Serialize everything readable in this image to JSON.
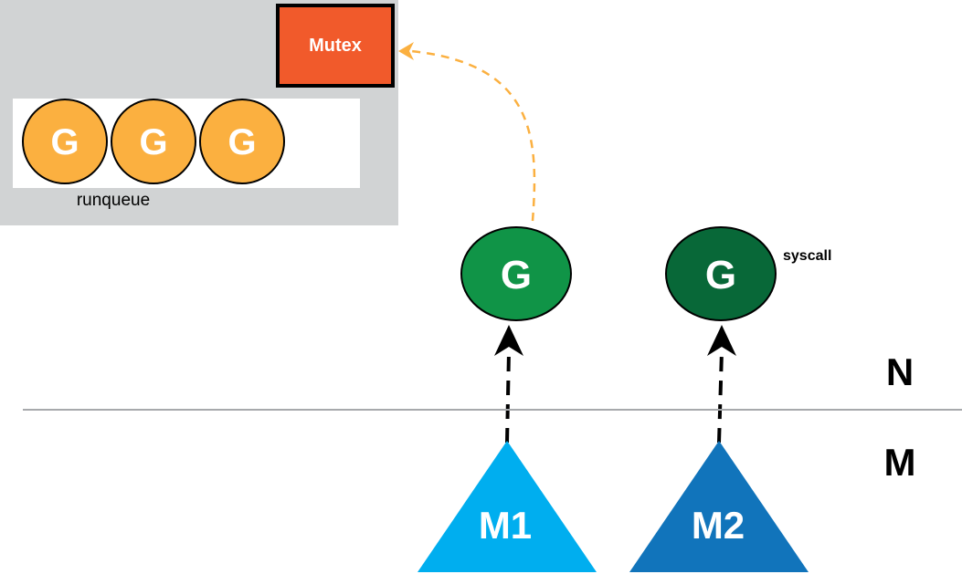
{
  "processor": {
    "mutex_label": "Mutex",
    "runqueue_label": "runqueue",
    "runqueue_goroutines": [
      "G",
      "G",
      "G"
    ]
  },
  "running": {
    "goroutine_label": "G",
    "thread_label": "M1"
  },
  "blocked": {
    "goroutine_label": "G",
    "annotation": "syscall",
    "thread_label": "M2"
  },
  "layers": {
    "upper": "N",
    "lower": "M"
  },
  "colors": {
    "panel": "#d1d3d4",
    "mutex": "#f15a2b",
    "queued_g": "#fbb040",
    "running_g": "#109447",
    "syscall_g": "#086838",
    "m1": "#00aeef",
    "m2": "#1174bb",
    "lock_arrow": "#fbb040",
    "divider": "#a7a9ac"
  }
}
